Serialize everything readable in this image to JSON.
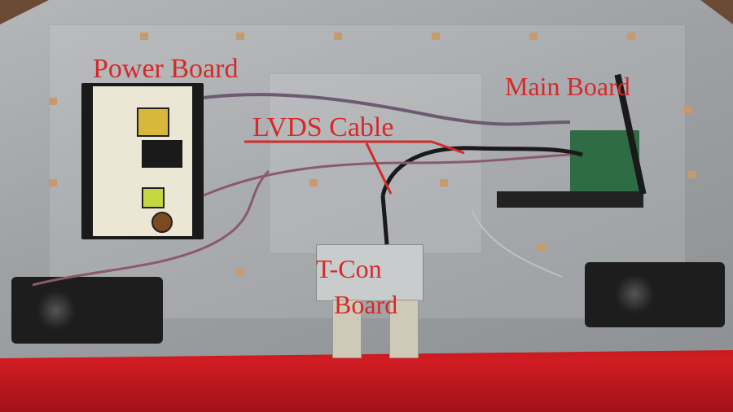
{
  "image": {
    "description": "Disassembled flat-panel TV back showing internal boards with red annotation labels",
    "annotation_color": "#d42a2a"
  },
  "labels": {
    "power_board": "Power Board",
    "main_board": "Main Board",
    "lvds_cable": "LVDS Cable",
    "tcon_line1": "T-Con",
    "tcon_line2": "Board"
  },
  "colors": {
    "panel": "#a3a6a9",
    "tablecloth": "#c4181e",
    "annotation": "#d42a2a",
    "main_board_pcb": "#2f6b45",
    "power_board_pcb": "#ece6d4"
  }
}
